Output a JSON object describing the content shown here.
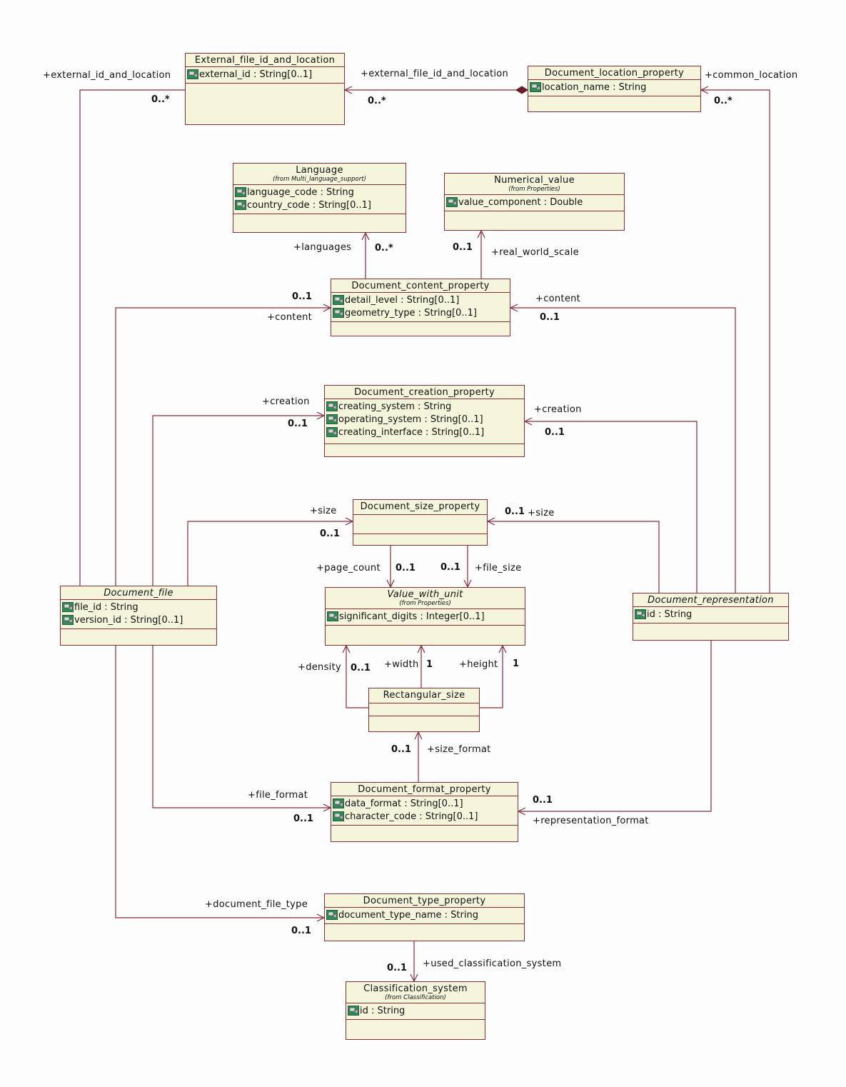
{
  "classes": {
    "external_file": {
      "name": "External_file_id_and_location",
      "attrs": [
        "external_id : String[0..1]"
      ]
    },
    "doc_location": {
      "name": "Document_location_property",
      "attrs": [
        "location_name : String"
      ]
    },
    "language": {
      "name": "Language",
      "from": "(from Multi_language_support)",
      "attrs": [
        "language_code : String",
        "country_code : String[0..1]"
      ]
    },
    "numerical": {
      "name": "Numerical_value",
      "from": "(from Properties)",
      "attrs": [
        "value_component : Double"
      ]
    },
    "content": {
      "name": "Document_content_property",
      "attrs": [
        "detail_level : String[0..1]",
        "geometry_type : String[0..1]"
      ]
    },
    "creation": {
      "name": "Document_creation_property",
      "attrs": [
        "creating_system : String",
        "operating_system : String[0..1]",
        "creating_interface : String[0..1]"
      ]
    },
    "size": {
      "name": "Document_size_property",
      "attrs": []
    },
    "doc_file": {
      "name": "Document_file",
      "attrs": [
        "file_id : String",
        "version_id : String[0..1]"
      ]
    },
    "value_unit": {
      "name": "Value_with_unit",
      "from": "(from Properties)",
      "attrs": [
        "significant_digits : Integer[0..1]"
      ]
    },
    "doc_repr": {
      "name": "Document_representation",
      "attrs": [
        "id : String"
      ]
    },
    "rect_size": {
      "name": "Rectangular_size",
      "attrs": []
    },
    "format": {
      "name": "Document_format_property",
      "attrs": [
        "data_format : String[0..1]",
        "character_code : String[0..1]"
      ]
    },
    "type_prop": {
      "name": "Document_type_property",
      "attrs": [
        "document_type_name : String"
      ]
    },
    "classification": {
      "name": "Classification_system",
      "from": "(from Classification)",
      "attrs": [
        "id : String"
      ]
    }
  },
  "roles": {
    "ext_id_and_location": "+external_id_and_location",
    "ext_file_id_and_location": "+external_file_id_and_location",
    "common_location": "+common_location",
    "languages": "+languages",
    "real_world_scale": "+real_world_scale",
    "content_left": "+content",
    "content_right": "+content",
    "creation_left": "+creation",
    "creation_right": "+creation",
    "size_left": "+size",
    "size_right": "+size",
    "page_count": "+page_count",
    "file_size": "+file_size",
    "density": "+density",
    "width": "+width",
    "height": "+height",
    "size_format": "+size_format",
    "file_format": "+file_format",
    "representation_format": "+representation_format",
    "document_file_type": "+document_file_type",
    "used_classification_system": "+used_classification_system"
  },
  "multiplicities": {
    "ext_left": "0..*",
    "ext_mid": "0..*",
    "common_loc": "0..*",
    "languages": "0..*",
    "real_world_scale": "0..1",
    "content_left": "0..1",
    "content_right": "0..1",
    "creation_left": "0..1",
    "creation_right": "0..1",
    "size_left": "0..1",
    "size_right": "0..1",
    "page_count": "0..1",
    "file_size": "0..1",
    "density": "0..1",
    "width": "1",
    "height": "1",
    "size_format": "0..1",
    "file_format": "0..1",
    "representation_format": "0..1",
    "document_file_type": "0..1",
    "used_classification": "0..1"
  },
  "colors": {
    "line": "#8a2b3a",
    "box_fill": "#f5f5dc",
    "icon_green": "#2e8b57"
  },
  "icons": {
    "attribute": "attribute-icon"
  }
}
